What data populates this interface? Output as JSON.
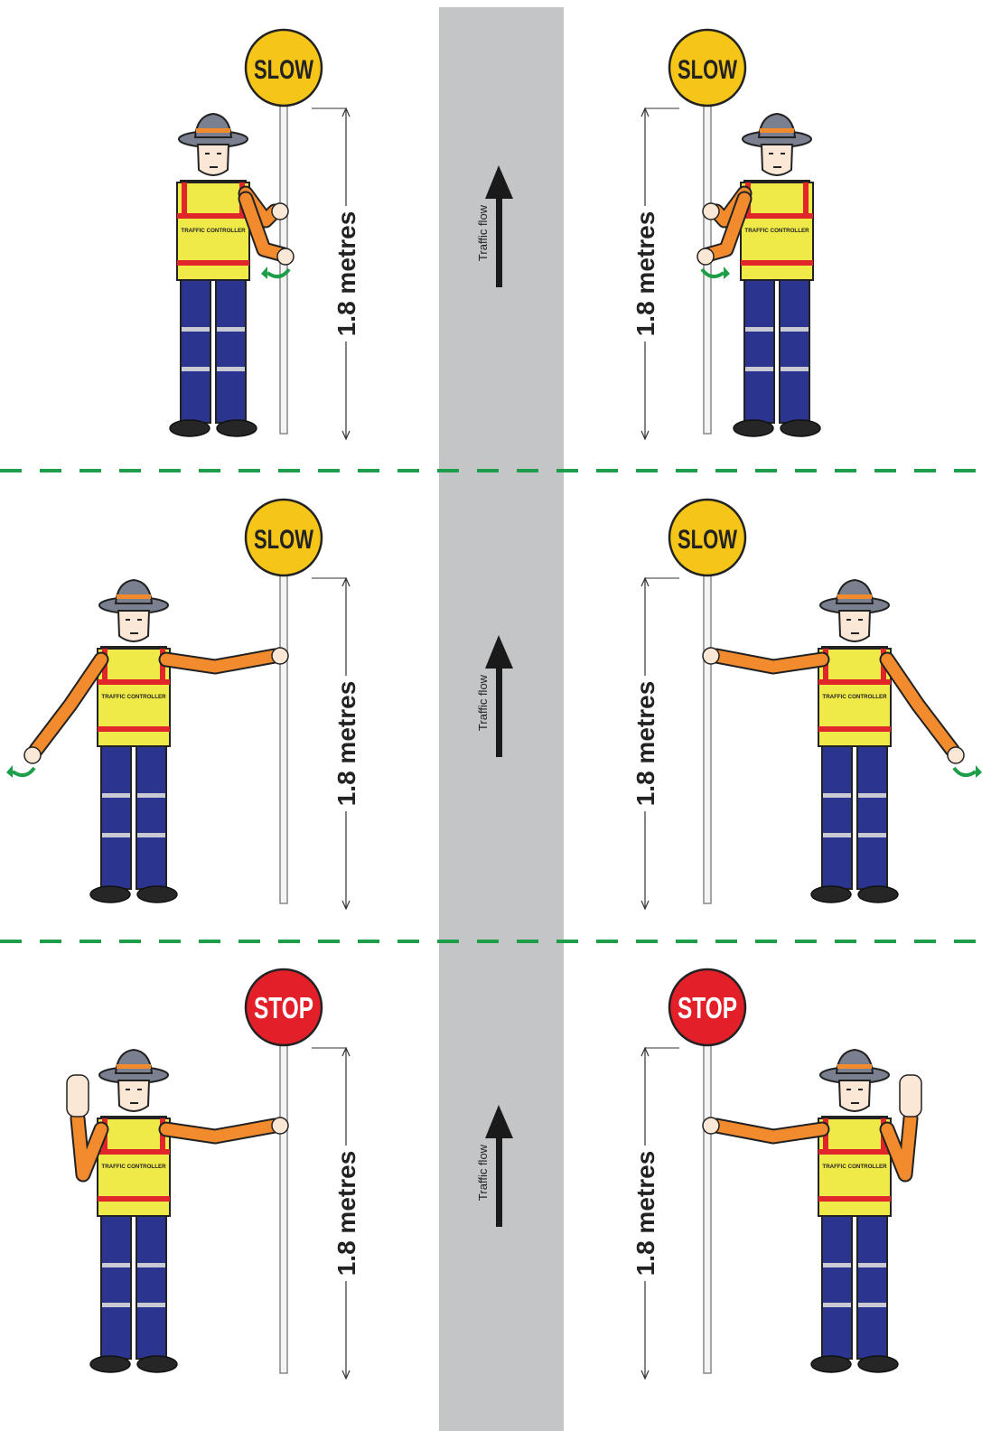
{
  "colors": {
    "road": "#c4c5c7",
    "divider": "#1e9e48",
    "slow_sign": "#f5c518",
    "stop_sign": "#e3202a",
    "vest": "#f0ea48",
    "vest_trim": "#e0262a",
    "shirt": "#f28a2e",
    "trousers": "#2b3590",
    "hat": "#7a8090"
  },
  "rows": [
    {
      "id": "row-1",
      "flow_label": "Traffic flow",
      "left": {
        "sign": "SLOW",
        "measure": "1.8 metres",
        "vest_text": "TRAFFIC CONTROLLER",
        "pose": "side-wave"
      },
      "right": {
        "sign": "SLOW",
        "measure": "1.8 metres",
        "vest_text": "TRAFFIC CONTROLLER",
        "pose": "side-wave"
      }
    },
    {
      "id": "row-2",
      "flow_label": "Traffic flow",
      "left": {
        "sign": "SLOW",
        "measure": "1.8 metres",
        "vest_text": "TRAFFIC CONTROLLER",
        "pose": "low-wave"
      },
      "right": {
        "sign": "SLOW",
        "measure": "1.8 metres",
        "vest_text": "TRAFFIC CONTROLLER",
        "pose": "low-wave"
      }
    },
    {
      "id": "row-3",
      "flow_label": "Traffic flow",
      "left": {
        "sign": "STOP",
        "measure": "1.8 metres",
        "vest_text": "TRAFFIC CONTROLLER",
        "pose": "hand-up"
      },
      "right": {
        "sign": "STOP",
        "measure": "1.8 metres",
        "vest_text": "TRAFFIC CONTROLLER",
        "pose": "hand-up"
      }
    }
  ]
}
